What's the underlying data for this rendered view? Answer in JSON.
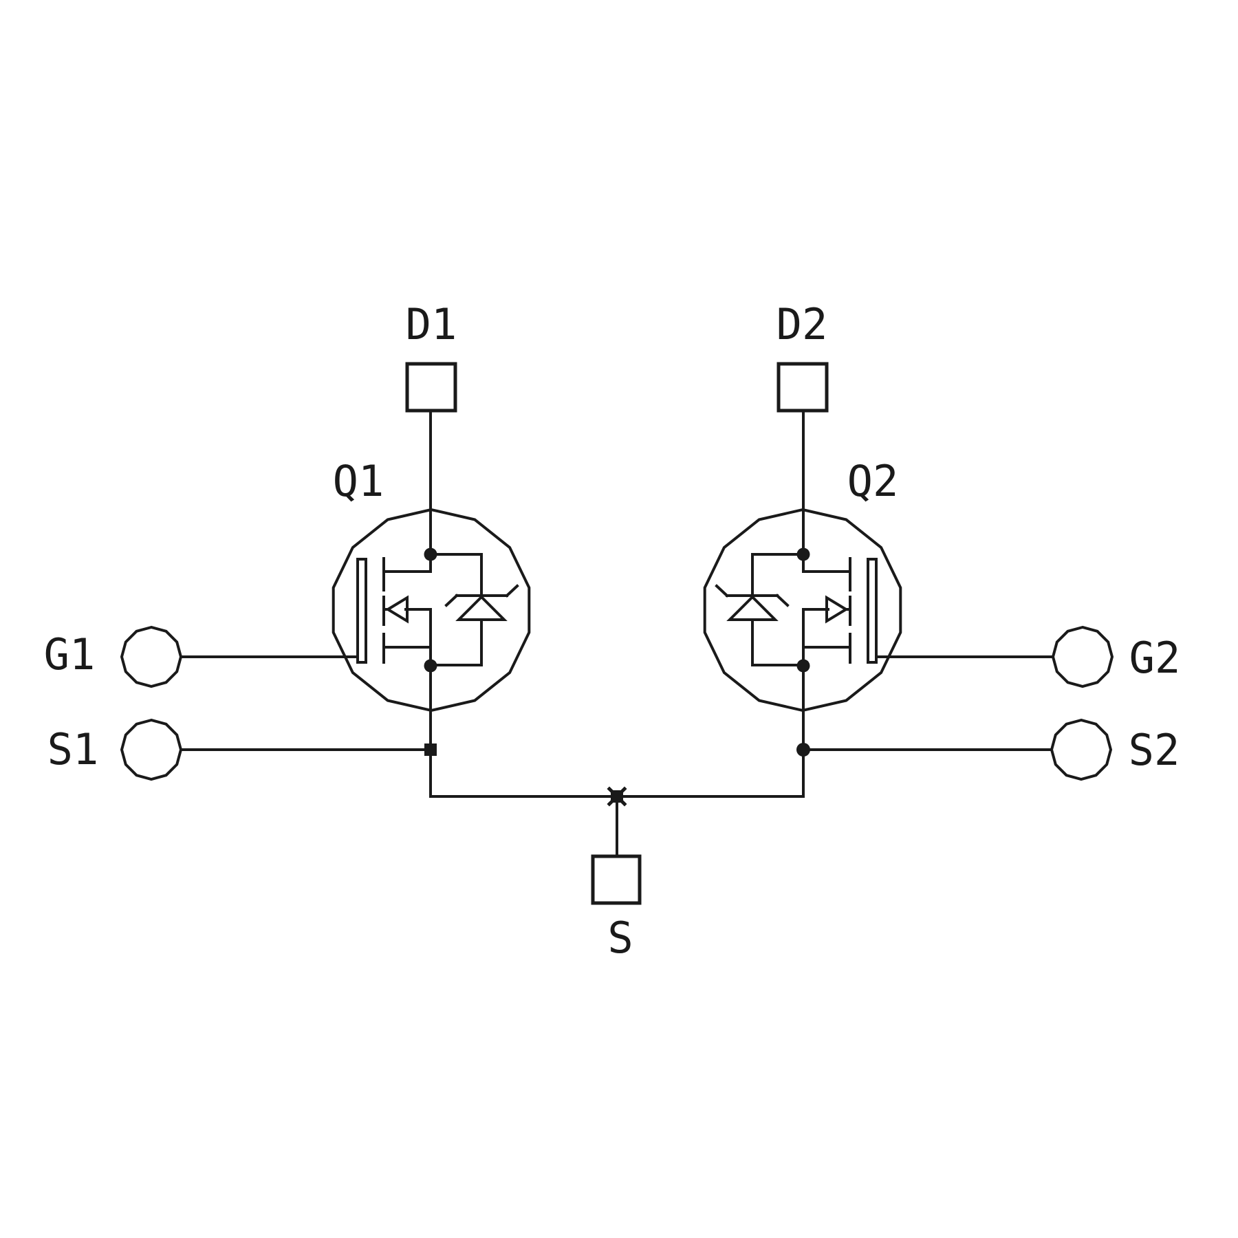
{
  "diagram": {
    "colors": {
      "line": "#1a1a1a",
      "background": "#ffffff"
    },
    "labels": {
      "d1": "D1",
      "d2": "D2",
      "q1": "Q1",
      "q2": "Q2",
      "g1": "G1",
      "s1": "S1",
      "g2": "G2",
      "s2": "S2",
      "s": "S"
    }
  }
}
